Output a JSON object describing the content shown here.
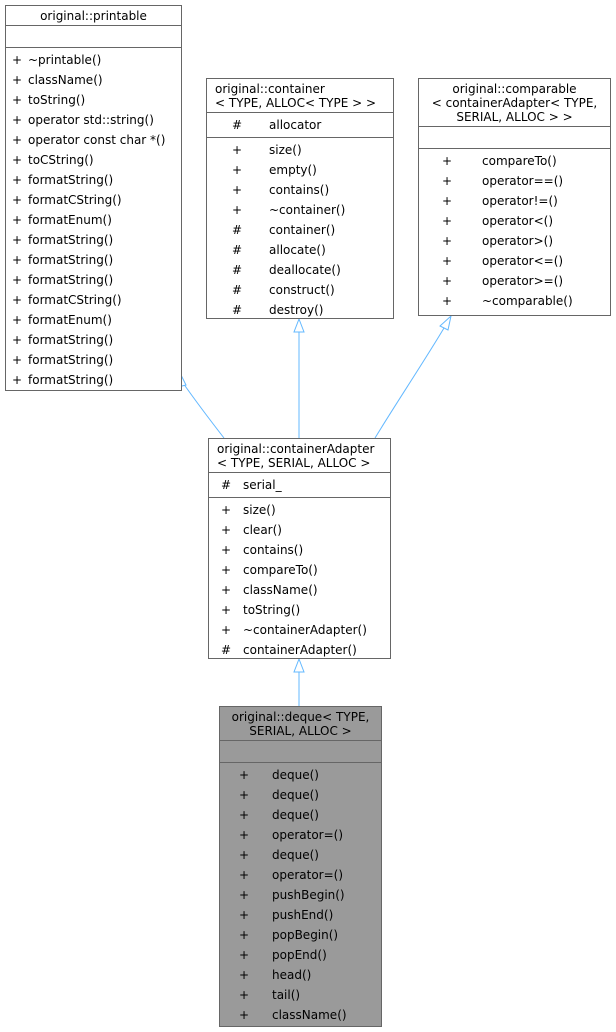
{
  "classes": {
    "printable": {
      "title": [
        "original::printable"
      ],
      "attributes": [],
      "methods": [
        {
          "vis": "+",
          "name": "~printable()"
        },
        {
          "vis": "+",
          "name": "className()"
        },
        {
          "vis": "+",
          "name": "toString()"
        },
        {
          "vis": "+",
          "name": "operator std::string()"
        },
        {
          "vis": "+",
          "name": "operator const char *()"
        },
        {
          "vis": "+",
          "name": "toCString()"
        },
        {
          "vis": "+",
          "name": "formatString()"
        },
        {
          "vis": "+",
          "name": "formatCString()"
        },
        {
          "vis": "+",
          "name": "formatEnum()"
        },
        {
          "vis": "+",
          "name": "formatString()"
        },
        {
          "vis": "+",
          "name": "formatString()"
        },
        {
          "vis": "+",
          "name": "formatString()"
        },
        {
          "vis": "+",
          "name": "formatCString()"
        },
        {
          "vis": "+",
          "name": "formatEnum()"
        },
        {
          "vis": "+",
          "name": "formatString()"
        },
        {
          "vis": "+",
          "name": "formatString()"
        },
        {
          "vis": "+",
          "name": "formatString()"
        }
      ]
    },
    "container": {
      "title": [
        "original::container",
        "< TYPE, ALLOC< TYPE > >"
      ],
      "attributes": [
        {
          "vis": "#",
          "name": "allocator"
        }
      ],
      "methods": [
        {
          "vis": "+",
          "name": "size()"
        },
        {
          "vis": "+",
          "name": "empty()"
        },
        {
          "vis": "+",
          "name": "contains()"
        },
        {
          "vis": "+",
          "name": "~container()"
        },
        {
          "vis": "#",
          "name": "container()"
        },
        {
          "vis": "#",
          "name": "allocate()"
        },
        {
          "vis": "#",
          "name": "deallocate()"
        },
        {
          "vis": "#",
          "name": "construct()"
        },
        {
          "vis": "#",
          "name": "destroy()"
        }
      ]
    },
    "comparable": {
      "title": [
        "original::comparable",
        "< containerAdapter< TYPE,",
        "SERIAL, ALLOC > >"
      ],
      "attributes": [],
      "methods": [
        {
          "vis": "+",
          "name": "compareTo()"
        },
        {
          "vis": "+",
          "name": "operator==()"
        },
        {
          "vis": "+",
          "name": "operator!=()"
        },
        {
          "vis": "+",
          "name": "operator<()"
        },
        {
          "vis": "+",
          "name": "operator>()"
        },
        {
          "vis": "+",
          "name": "operator<=()"
        },
        {
          "vis": "+",
          "name": "operator>=()"
        },
        {
          "vis": "+",
          "name": "~comparable()"
        }
      ]
    },
    "adapter": {
      "title": [
        "original::containerAdapter",
        "< TYPE, SERIAL, ALLOC >"
      ],
      "attributes": [
        {
          "vis": "#",
          "name": "serial_"
        }
      ],
      "methods": [
        {
          "vis": "+",
          "name": "size()"
        },
        {
          "vis": "+",
          "name": "clear()"
        },
        {
          "vis": "+",
          "name": "contains()"
        },
        {
          "vis": "+",
          "name": "compareTo()"
        },
        {
          "vis": "+",
          "name": "className()"
        },
        {
          "vis": "+",
          "name": "toString()"
        },
        {
          "vis": "+",
          "name": "~containerAdapter()"
        },
        {
          "vis": "#",
          "name": "containerAdapter()"
        }
      ]
    },
    "deque": {
      "title": [
        "original::deque< TYPE,",
        "SERIAL, ALLOC >"
      ],
      "attributes": [],
      "methods": [
        {
          "vis": "+",
          "name": "deque()"
        },
        {
          "vis": "+",
          "name": "deque()"
        },
        {
          "vis": "+",
          "name": "deque()"
        },
        {
          "vis": "+",
          "name": "operator=()"
        },
        {
          "vis": "+",
          "name": "deque()"
        },
        {
          "vis": "+",
          "name": "operator=()"
        },
        {
          "vis": "+",
          "name": "pushBegin()"
        },
        {
          "vis": "+",
          "name": "pushEnd()"
        },
        {
          "vis": "+",
          "name": "popBegin()"
        },
        {
          "vis": "+",
          "name": "popEnd()"
        },
        {
          "vis": "+",
          "name": "head()"
        },
        {
          "vis": "+",
          "name": "tail()"
        },
        {
          "vis": "+",
          "name": "className()"
        }
      ]
    }
  },
  "colors": {
    "border": "#666666",
    "edge": "#63b8ff",
    "focus_fill": "#9a9a9a"
  }
}
